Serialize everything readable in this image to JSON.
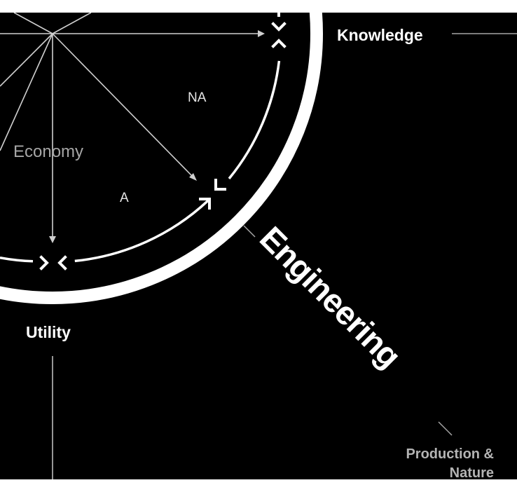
{
  "diagram": {
    "colors": {
      "background": "#000000",
      "page": "#ffffff",
      "primary": "#ffffff",
      "muted": "#a6a6a6",
      "line": "#c8c8c8"
    },
    "labels": {
      "knowledge": "Knowledge",
      "na": "NA",
      "economy": "Economy",
      "a": "A",
      "utility": "Utility",
      "engineering": "Engineering",
      "production_line1": "Production &",
      "production_line2": "Nature"
    },
    "icons": [
      "converge-vertical-icon",
      "converge-diagonal-icon",
      "converge-horizontal-icon"
    ]
  }
}
